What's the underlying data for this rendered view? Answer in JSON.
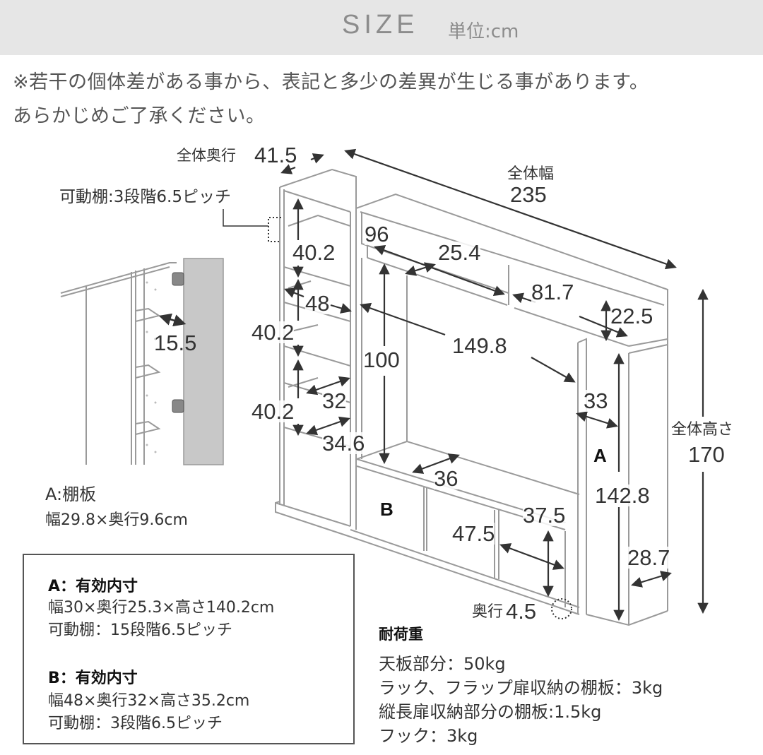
{
  "header": {
    "title": "SIZE",
    "unit": "単位:cm",
    "background": "#e6e6e6",
    "text_color": "#8c8c8c"
  },
  "notice": {
    "line1": "※若干の個体差がある事から、表記と多少の差異が生じる事があります。",
    "line2": "あらかじめご了承ください。"
  },
  "diagram": {
    "overall_depth_label": "全体奥行",
    "overall_depth_value": "41.5",
    "adjustable_shelf_top": "可動棚:3段階6.5ピッチ",
    "overall_width_label": "全体幅",
    "overall_width_value": "235",
    "overall_height_label": "全体高さ",
    "overall_height_value": "170",
    "dims": {
      "left_shelf_h1": "40.2",
      "left_shelf_h2": "40.2",
      "left_shelf_h3": "40.2",
      "left_width": "48",
      "left_depth_1": "32",
      "left_depth_2": "34.6",
      "upper_width": "96",
      "upper_depth": "25.4",
      "right_upper_width": "81.7",
      "upper_height": "22.5",
      "tv_space_width": "149.8",
      "tv_space_height": "100",
      "tv_board_depth": "36",
      "tower_width": "33",
      "tower_inner_height": "142.8",
      "tower_depth": "28.7",
      "low_width": "47.5",
      "low_height": "37.5",
      "foot_depth_label": "奥行",
      "foot_depth_value": "4.5"
    },
    "region_labels": {
      "a": "A",
      "b": "B"
    },
    "shelf_detail": {
      "depth_value": "15.5",
      "caption_title": "A:棚板",
      "caption_size": "幅29.8×奥行9.6cm"
    }
  },
  "specs": {
    "a_title": "A：有効内寸",
    "a_size": "幅30×奥行25.3×高さ140.2cm",
    "a_shelf": "可動棚：15段階6.5ピッチ",
    "b_title": "B：有効内寸",
    "b_size": "幅48×奥行32×高さ35.2cm",
    "b_shelf": "可動棚：3段階6.5ピッチ"
  },
  "load_capacity": {
    "title": "耐荷重",
    "items": [
      "天板部分：50kg",
      "ラック、フラップ扉収納の棚板：3kg",
      "縦長扉収納部分の棚板:1.5kg",
      "フック：3kg"
    ]
  },
  "colors": {
    "line": "#9a9a9a",
    "arrow": "#333333",
    "door_panel": "#c8c8c8"
  }
}
